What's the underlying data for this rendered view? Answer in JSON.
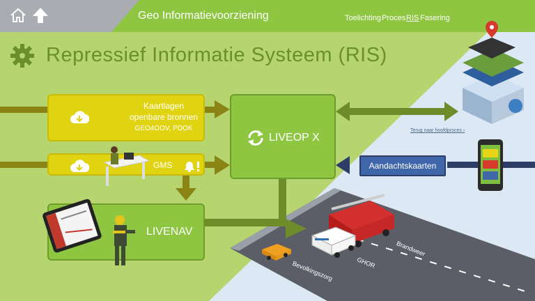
{
  "header": {
    "title": "Geo Informatievoorziening",
    "nav": [
      "Toelichting",
      "Proces",
      "RIS",
      "Fasering"
    ],
    "active_nav": "RIS"
  },
  "page": {
    "title": "Repressief Informatie Systeem (RIS)",
    "back_link": "Terug naar hoofdproces ›"
  },
  "boxes": {
    "kaartlagen": {
      "line1": "Kaartlagen",
      "line2": "openbare bronnen",
      "line3": "GEO4OOV, PDOK"
    },
    "gms": {
      "label": "GMS"
    },
    "liveop": {
      "label": "LIVEOP X"
    },
    "livenav": {
      "label": "LIVENAV"
    },
    "aandacht": {
      "label": "Aandachtskaarten"
    }
  },
  "road": {
    "labels": [
      "Bevolkingszorg",
      "GHOR",
      "Brandweer"
    ]
  },
  "colors": {
    "accent_green": "#8ec641",
    "title_green": "#6a8f2c",
    "yellow": "#e0d312",
    "arrow_olive": "#8a8414",
    "arrow_green": "#6e8c2a",
    "blue_box": "#3f66a8",
    "navy": "#2c3e66"
  }
}
